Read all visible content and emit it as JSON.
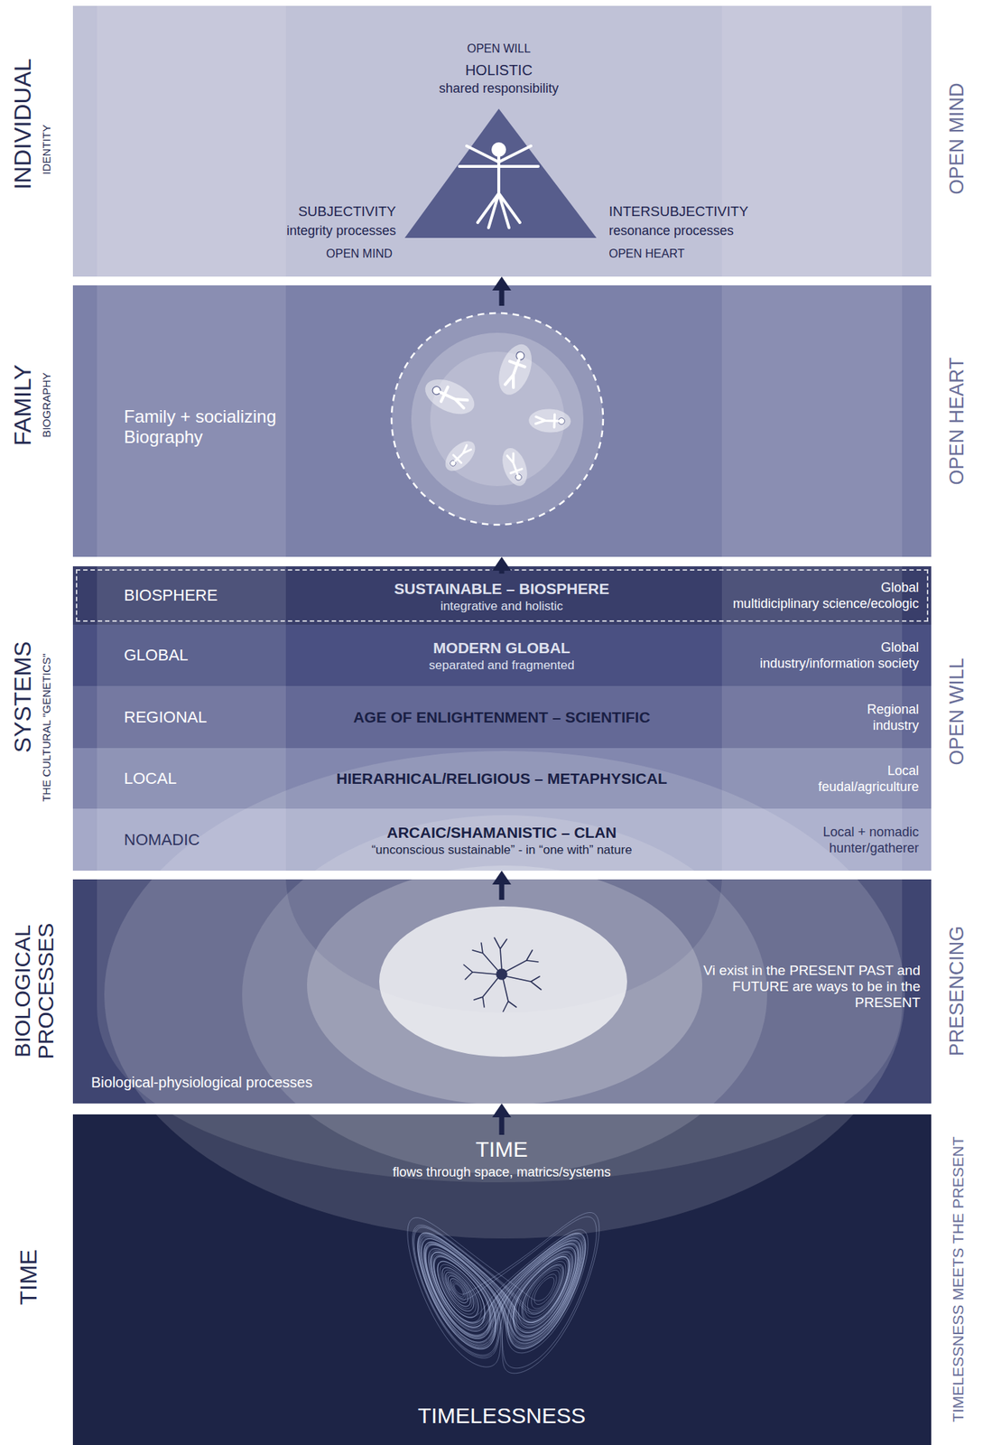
{
  "diagram": {
    "nodes": [
      {
        "text": [
          "INDIVIDUAL",
          "IDENTITY",
          "OPEN MIND"
        ]
      },
      {
        "text": [
          "OPEN WILL",
          "HOLISTIC",
          "shared responsibility",
          "SUBJECTIVITY",
          "integrity processes",
          "OPEN MIND",
          "INTERSUBJECTIVITY",
          "resonance processes",
          "OPEN HEART"
        ],
        "in": 0
      },
      {
        "text": [
          "FAMILY",
          "BIOGRAPHY",
          "Family + socializing Biography",
          "OPEN HEART"
        ]
      },
      {
        "text": [
          "SYSTEMS",
          "THE CULTURAL \"GENETICS\"",
          "OPEN WILL"
        ]
      },
      {
        "text": [
          "BIOSPHERE",
          "SUSTAINABLE – BIOSPHERE",
          "integrative and holistic",
          "Global",
          "multidiciplinary science/ecologic"
        ],
        "in": 3
      },
      {
        "text": [
          "GLOBAL",
          "MODERN GLOBAL",
          "separated and fragmented",
          "Global",
          "industry/information society"
        ],
        "in": 3
      },
      {
        "text": [
          "REGIONAL",
          "AGE OF ENLIGHTENMENT – SCIENTIFIC",
          "Regional",
          "industry"
        ],
        "in": 3
      },
      {
        "text": [
          "LOCAL",
          "HIERARHICAL/RELIGIOUS – METAPHYSICAL",
          "Local",
          "feudal/agriculture"
        ],
        "in": 3
      },
      {
        "text": [
          "NOMADIC",
          "ARCAIC/SHAMANISTIC – CLAN",
          "“unconscious sustainable” - in “one with” nature",
          "Local + nomadic",
          "hunter/gatherer"
        ],
        "in": 3
      },
      {
        "text": [
          "BIOLOGICAL PROCESSES",
          "Biological-physiological processes",
          "Vi exist in the PRESENT PAST and FUTURE are ways to be in the PRESENT",
          "PRESENCING"
        ]
      },
      {
        "text": [
          "TIME",
          "TIME",
          "flows through space, matrics/systems",
          "TIMELESSNESS",
          "TIMELESSNESS MEETS THE PRESENT"
        ]
      }
    ],
    "edges": [
      {
        "from": 10,
        "to": 9,
        "arrow": "to"
      },
      {
        "from": 9,
        "to": 3,
        "arrow": "to"
      },
      {
        "from": 3,
        "to": 2,
        "arrow": "to"
      },
      {
        "from": 2,
        "to": 0,
        "arrow": "to"
      }
    ]
  }
}
